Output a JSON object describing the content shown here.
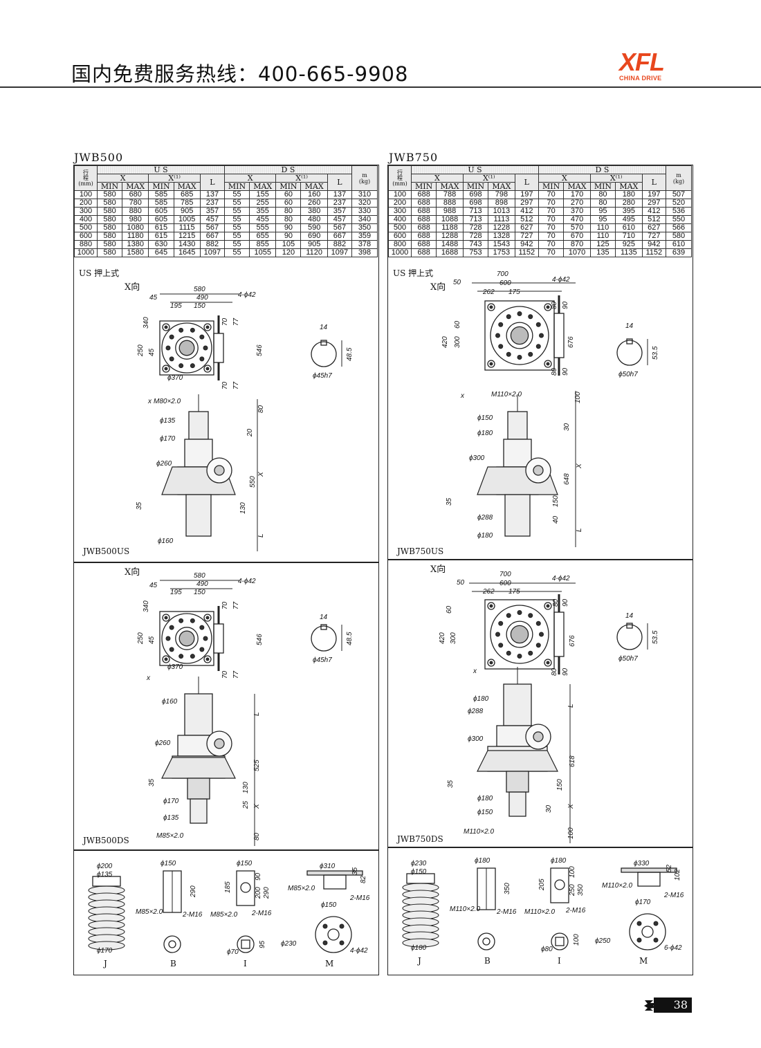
{
  "header": {
    "title": "国内免费服务热线：400-665-9908",
    "logo_text": "XFL",
    "logo_sub": "CHINA DRIVE",
    "brand_color": "#e8471e"
  },
  "page_number": "38",
  "table_headers": {
    "stroke": "行\n程\n(mm)",
    "us": "U S",
    "ds": "D S",
    "x": "X",
    "x1": "X⁽¹⁾",
    "min": "MIN",
    "max": "MAX",
    "l": "L",
    "m": "m\n(kg)"
  },
  "jwb500": {
    "title": "JWB500",
    "rows": [
      [
        "100",
        "580",
        "680",
        "585",
        "685",
        "137",
        "55",
        "155",
        "60",
        "160",
        "137",
        "310"
      ],
      [
        "200",
        "580",
        "780",
        "585",
        "785",
        "237",
        "55",
        "255",
        "60",
        "260",
        "237",
        "320"
      ],
      [
        "300",
        "580",
        "880",
        "605",
        "905",
        "357",
        "55",
        "355",
        "80",
        "380",
        "357",
        "330"
      ],
      [
        "400",
        "580",
        "980",
        "605",
        "1005",
        "457",
        "55",
        "455",
        "80",
        "480",
        "457",
        "340"
      ],
      [
        "500",
        "580",
        "1080",
        "615",
        "1115",
        "567",
        "55",
        "555",
        "90",
        "590",
        "567",
        "350"
      ],
      [
        "600",
        "580",
        "1180",
        "615",
        "1215",
        "667",
        "55",
        "655",
        "90",
        "690",
        "667",
        "359"
      ],
      [
        "880",
        "580",
        "1380",
        "630",
        "1430",
        "882",
        "55",
        "855",
        "105",
        "905",
        "882",
        "378"
      ],
      [
        "1000",
        "580",
        "1580",
        "645",
        "1645",
        "1097",
        "55",
        "1055",
        "120",
        "1120",
        "1097",
        "398"
      ]
    ],
    "us_label": "US 押上式",
    "x_dir": "X向",
    "us_code": "JWB500US",
    "ds_code": "JWB500DS",
    "dims_top": [
      "580",
      "490",
      "195",
      "150",
      "45",
      "4-ϕ42",
      "340",
      "250",
      "45",
      "70",
      "77",
      "546",
      "ϕ370",
      "70",
      "77"
    ],
    "key_dims": [
      "14",
      "48.5",
      "ϕ45h7"
    ],
    "us_side": [
      "x",
      "M80×2.0",
      "ϕ135",
      "ϕ170",
      "ϕ260",
      "35",
      "ϕ160",
      "80",
      "20",
      "550",
      "X",
      "130",
      "L"
    ],
    "ds_side": [
      "x",
      "ϕ160",
      "ϕ260",
      "35",
      "ϕ170",
      "ϕ135",
      "M85×2.0",
      "L",
      "525",
      "130",
      "25",
      "X",
      "80"
    ],
    "acc": {
      "j": [
        "ϕ200",
        "ϕ135",
        "ϕ170",
        "J"
      ],
      "b": [
        "ϕ150",
        "290",
        "M85×2.0",
        "2-M16",
        "B"
      ],
      "i": [
        "ϕ150",
        "185",
        "200",
        "290",
        "90",
        "M85×2.0",
        "2-M16",
        "ϕ70",
        "95",
        "I"
      ],
      "m": [
        "ϕ310",
        "35",
        "82",
        "M85×2.0",
        "ϕ150",
        "2-M16",
        "ϕ230",
        "4-ϕ42",
        "M"
      ]
    }
  },
  "jwb750": {
    "title": "JWB750",
    "rows": [
      [
        "100",
        "688",
        "788",
        "698",
        "798",
        "197",
        "70",
        "170",
        "80",
        "180",
        "197",
        "507"
      ],
      [
        "200",
        "688",
        "888",
        "698",
        "898",
        "297",
        "70",
        "270",
        "80",
        "280",
        "297",
        "520"
      ],
      [
        "300",
        "688",
        "988",
        "713",
        "1013",
        "412",
        "70",
        "370",
        "95",
        "395",
        "412",
        "536"
      ],
      [
        "400",
        "688",
        "1088",
        "713",
        "1113",
        "512",
        "70",
        "470",
        "95",
        "495",
        "512",
        "550"
      ],
      [
        "500",
        "688",
        "1188",
        "728",
        "1228",
        "627",
        "70",
        "570",
        "110",
        "610",
        "627",
        "566"
      ],
      [
        "600",
        "688",
        "1288",
        "728",
        "1328",
        "727",
        "70",
        "670",
        "110",
        "710",
        "727",
        "580"
      ],
      [
        "800",
        "688",
        "1488",
        "743",
        "1543",
        "942",
        "70",
        "870",
        "125",
        "925",
        "942",
        "610"
      ],
      [
        "1000",
        "688",
        "1688",
        "753",
        "1753",
        "1152",
        "70",
        "1070",
        "135",
        "1135",
        "1152",
        "639"
      ]
    ],
    "us_label": "US 押上式",
    "x_dir": "X向",
    "us_code": "JWB750US",
    "ds_code": "JWB750DS",
    "dims_top": [
      "700",
      "600",
      "262",
      "175",
      "50",
      "4-ϕ42",
      "60",
      "420",
      "300",
      "80",
      "90",
      "676",
      "80",
      "90"
    ],
    "key_dims": [
      "14",
      "53.5",
      "ϕ50h7"
    ],
    "us_side": [
      "x",
      "M110×2.0",
      "ϕ150",
      "ϕ180",
      "ϕ300",
      "35",
      "ϕ288",
      "ϕ180",
      "100",
      "30",
      "648",
      "X",
      "150",
      "40",
      "L"
    ],
    "ds_side": [
      "x",
      "ϕ180",
      "ϕ288",
      "ϕ300",
      "35",
      "ϕ180",
      "ϕ150",
      "M110×2.0",
      "L",
      "618",
      "150",
      "30",
      "X",
      "100"
    ],
    "acc": {
      "j": [
        "ϕ230",
        "ϕ150",
        "ϕ180",
        "J"
      ],
      "b": [
        "ϕ180",
        "350",
        "M110×2.0",
        "2-M16",
        "B"
      ],
      "i": [
        "ϕ180",
        "205",
        "250",
        "350",
        "100",
        "M110×2.0",
        "2-M16",
        "ϕ80",
        "100",
        "I"
      ],
      "m": [
        "ϕ330",
        "52",
        "102",
        "M110×2.0",
        "ϕ170",
        "2-M16",
        "ϕ250",
        "6-ϕ42",
        "M"
      ]
    }
  }
}
